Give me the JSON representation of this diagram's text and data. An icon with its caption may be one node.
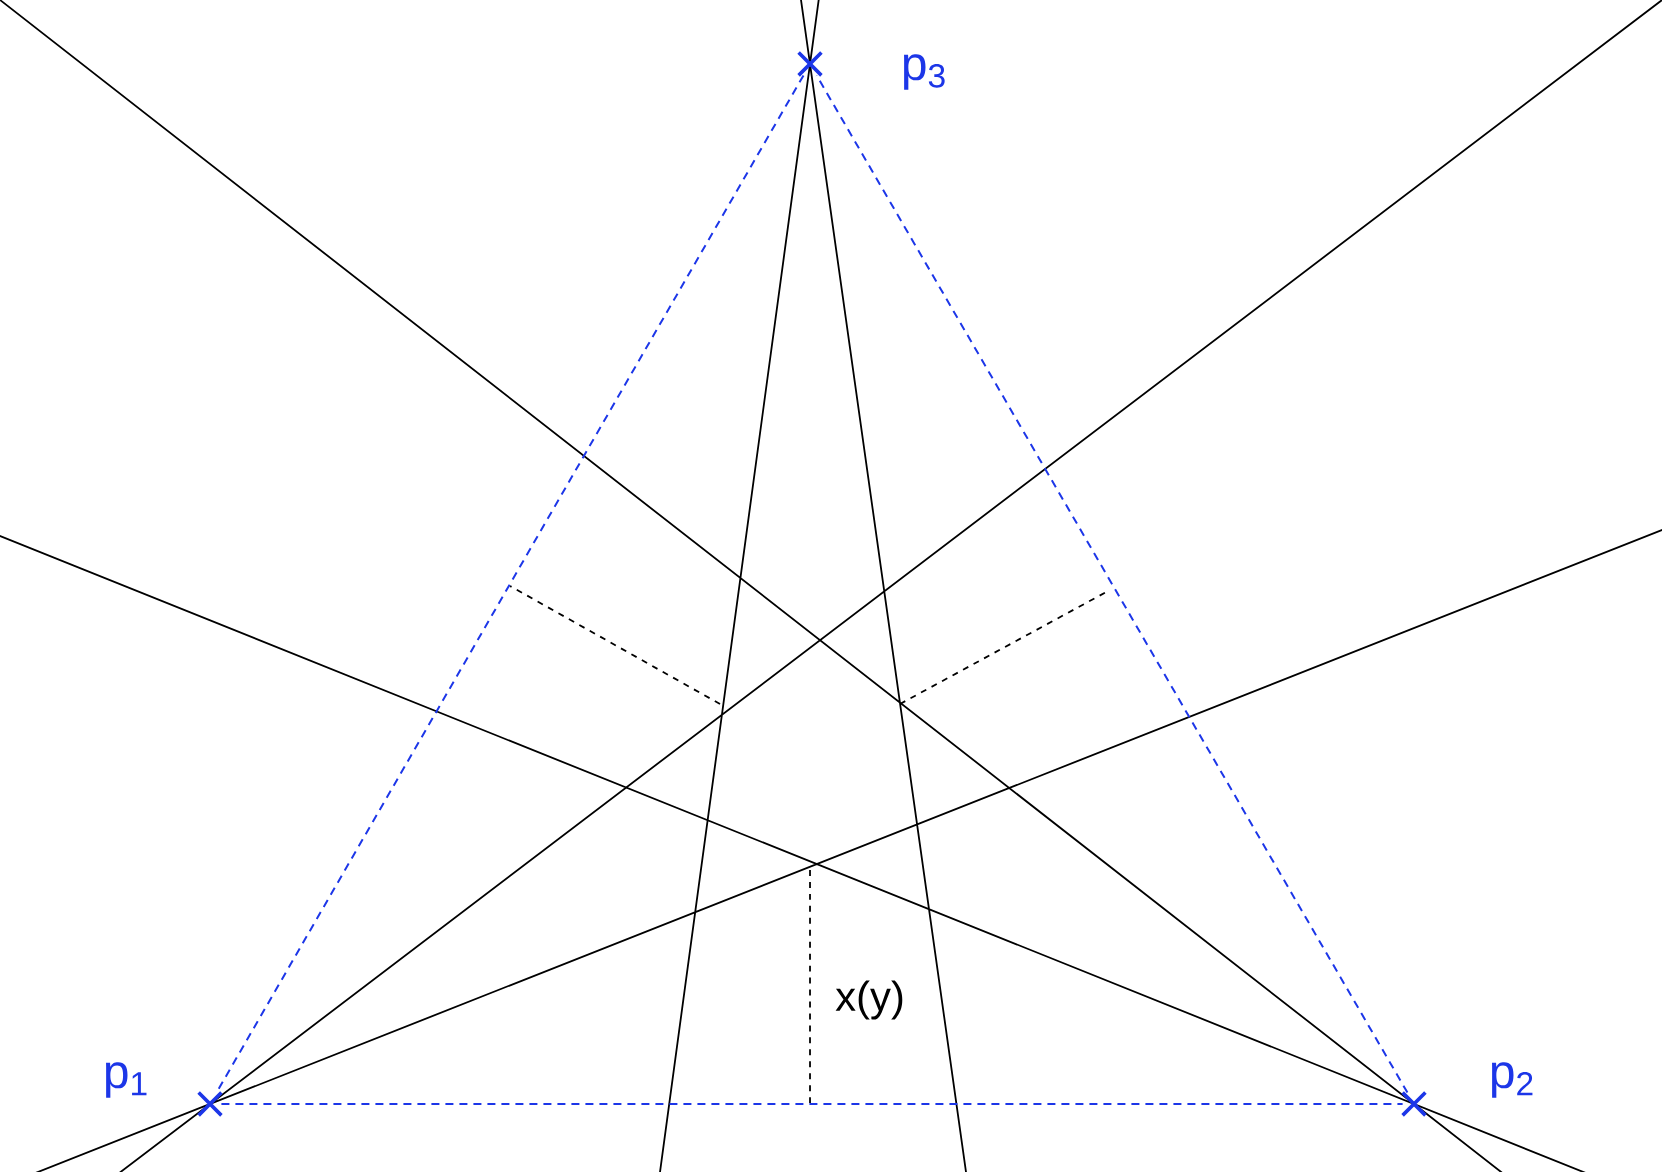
{
  "diagram": {
    "nodes": [
      {
        "text": [
          "p$_{1}$"
        ]
      },
      {
        "text": [
          "p$_{2}$"
        ]
      },
      {
        "text": [
          "p$_{3}$"
        ]
      }
    ],
    "edges": [
      {
        "from": 0,
        "to": 1,
        "arrow": "none",
        "style": "dashed",
        "color": "#1c36e8"
      },
      {
        "from": 1,
        "to": 2,
        "arrow": "none",
        "style": "dashed",
        "color": "#1c36e8"
      },
      {
        "from": 2,
        "to": 0,
        "arrow": "none",
        "style": "dashed",
        "color": "#1c36e8"
      }
    ],
    "labels": [
      "x(y)"
    ]
  }
}
